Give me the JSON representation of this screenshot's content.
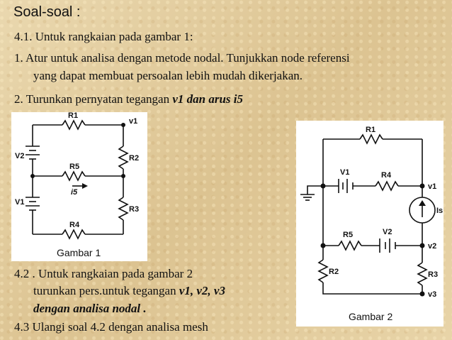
{
  "title": "Soal-soal :",
  "q41": "4.1. Untuk rangkaian   pada gambar 1:",
  "item1_line1": "1. Atur untuk analisa dengan metode nodal. Tunjukkan node referensi",
  "item1_line2": "yang dapat membuat persoalan lebih mudah dikerjakan.",
  "item2_prefix": "2. Turunkan pernyatan tegangan ",
  "item2_emph": "v1 dan arus i5",
  "q42_line1": "4.2 . Untuk rangkaian   pada gambar 2",
  "q42_line2_prefix": "turunkan pers.untuk tegangan ",
  "q42_line2_emph": "v1, v2, v3",
  "q42_line3": "dengan analisa nodal .",
  "q43": "4.3 Ulangi soal 4.2 dengan analisa mesh",
  "figure1": {
    "caption": "Gambar 1",
    "labels": {
      "R1": "R1",
      "R2": "R2",
      "R3": "R3",
      "R4": "R4",
      "R5": "R5",
      "V1": "V1",
      "V2": "V2",
      "v1": "v1",
      "i5": "i5"
    }
  },
  "figure2": {
    "caption": "Gambar 2",
    "labels": {
      "R1": "R1",
      "R2": "R2",
      "R3": "R3",
      "R4": "R4",
      "R5": "R5",
      "V1": "V1",
      "V2": "V2",
      "Is": "Is",
      "v1": "v1",
      "v2": "v2",
      "v3": "v3"
    }
  }
}
